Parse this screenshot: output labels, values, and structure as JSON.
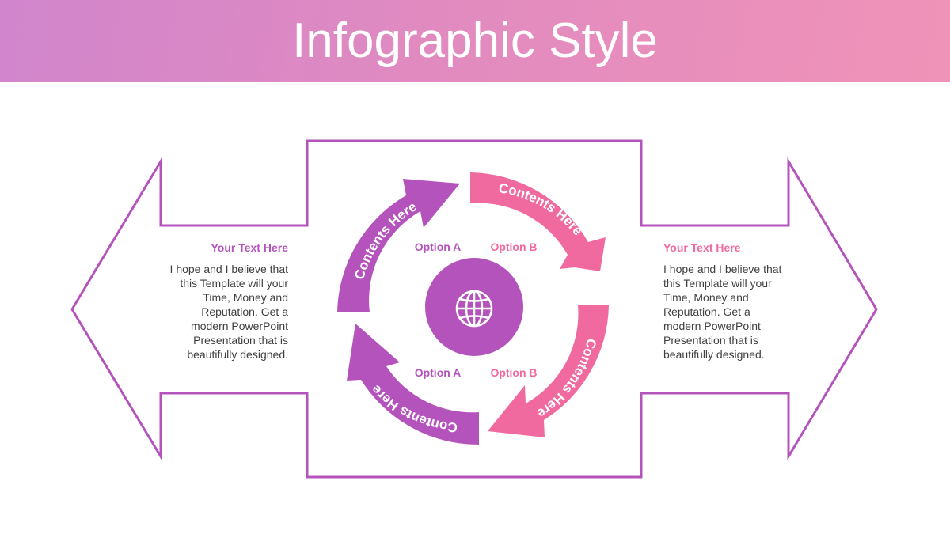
{
  "title": "Infographic Style",
  "left_panel": {
    "heading": "Your Text Here",
    "body": "I hope and I believe that this Template will your Time, Money and Reputation. Get a modern PowerPoint Presentation that is beautifully designed."
  },
  "right_panel": {
    "heading": "Your Text Here",
    "body": "I hope and I believe that this Template will your Time, Money and Reputation. Get a modern PowerPoint Presentation that is beautifully designed."
  },
  "cycle": {
    "arrows": [
      {
        "label": "Contents Here",
        "color": "#b553bd"
      },
      {
        "label": "Contents Here",
        "color": "#f06aa0"
      },
      {
        "label": "Contents Here",
        "color": "#f06aa0"
      },
      {
        "label": "Contents Here",
        "color": "#b553bd"
      }
    ],
    "options": {
      "top_left": "Option A",
      "top_right": "Option B",
      "bottom_left": "Option A",
      "bottom_right": "Option B"
    },
    "center_icon": "globe-icon"
  },
  "colors": {
    "purple": "#b553bd",
    "pink": "#f06aa0",
    "outline": "#b553bd",
    "body_text": "#404040"
  }
}
